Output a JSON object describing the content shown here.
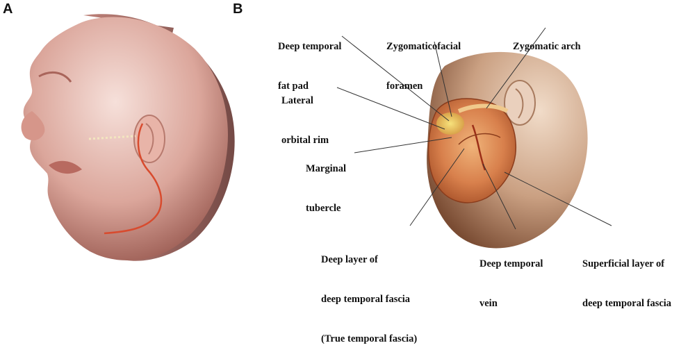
{
  "panels": {
    "a": "A",
    "b": "B"
  },
  "labels": {
    "deep_temporal_fat_pad": [
      "Deep temporal",
      "fat pad"
    ],
    "zygomaticofacial_foramen": [
      "Zygomaticofacial",
      "foramen"
    ],
    "zygomatic_arch": [
      "Zygomatic arch"
    ],
    "lateral_orbital_rim": [
      "Lateral",
      "orbital rim"
    ],
    "marginal_tubercle": [
      "Marginal",
      "tubercle"
    ],
    "deep_layer_fascia": [
      "Deep layer of",
      "deep temporal fascia",
      "(True temporal fascia)"
    ],
    "deep_temporal_vein": [
      "Deep temporal",
      "vein"
    ],
    "superficial_layer_fascia": [
      "Superficial layer of",
      "deep temporal fascia"
    ]
  }
}
